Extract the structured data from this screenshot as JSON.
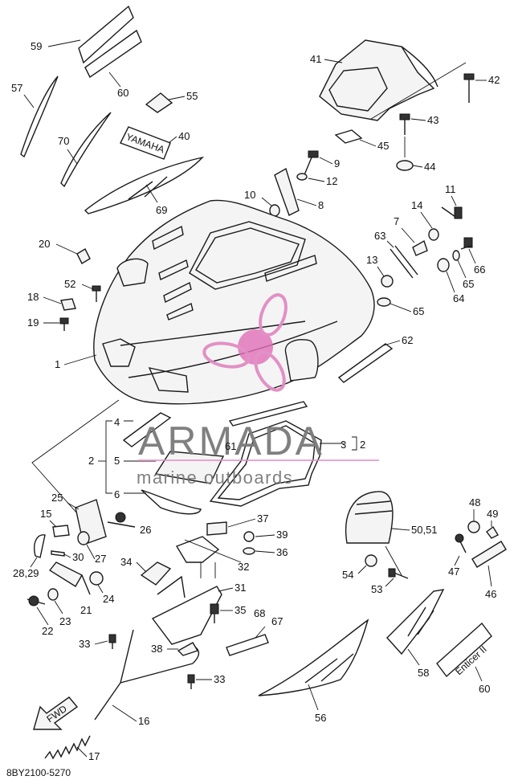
{
  "diagram_code": "8BY2100-5270",
  "watermark": {
    "brand": "ARMADA",
    "tagline": "marine outboards"
  },
  "badges": {
    "yamaha": "YAMAHA",
    "model": "Enticer II",
    "front": "FWD"
  },
  "labels": {
    "p1": "1",
    "p2a": "2",
    "p2b": "2",
    "p3": "3",
    "p4": "4",
    "p5": "5",
    "p6": "6",
    "p7": "7",
    "p8": "8",
    "p9": "9",
    "p10": "10",
    "p11": "11",
    "p12": "12",
    "p13": "13",
    "p14": "14",
    "p15": "15",
    "p16": "16",
    "p17": "17",
    "p18": "18",
    "p19": "19",
    "p20": "20",
    "p21": "21",
    "p22": "22",
    "p23": "23",
    "p24": "24",
    "p25": "25",
    "p26": "26",
    "p27": "27",
    "p2829": "28,29",
    "p30": "30",
    "p31": "31",
    "p32": "32",
    "p33a": "33",
    "p33b": "33",
    "p34": "34",
    "p35": "35",
    "p36": "36",
    "p37": "37",
    "p38": "38",
    "p39": "39",
    "p40": "40",
    "p41": "41",
    "p42": "42",
    "p43": "43",
    "p44": "44",
    "p45": "45",
    "p46": "46",
    "p47": "47",
    "p48": "48",
    "p49": "49",
    "p5051": "50,51",
    "p52": "52",
    "p53": "53",
    "p54": "54",
    "p55": "55",
    "p56": "56",
    "p57": "57",
    "p58": "58",
    "p59": "59",
    "p60": "60",
    "p61": "61",
    "p62": "62",
    "p63": "63",
    "p64": "64",
    "p65a": "65",
    "p65b": "65",
    "p66": "66",
    "p67": "67",
    "p68": "68",
    "p69": "69",
    "p70": "70"
  }
}
